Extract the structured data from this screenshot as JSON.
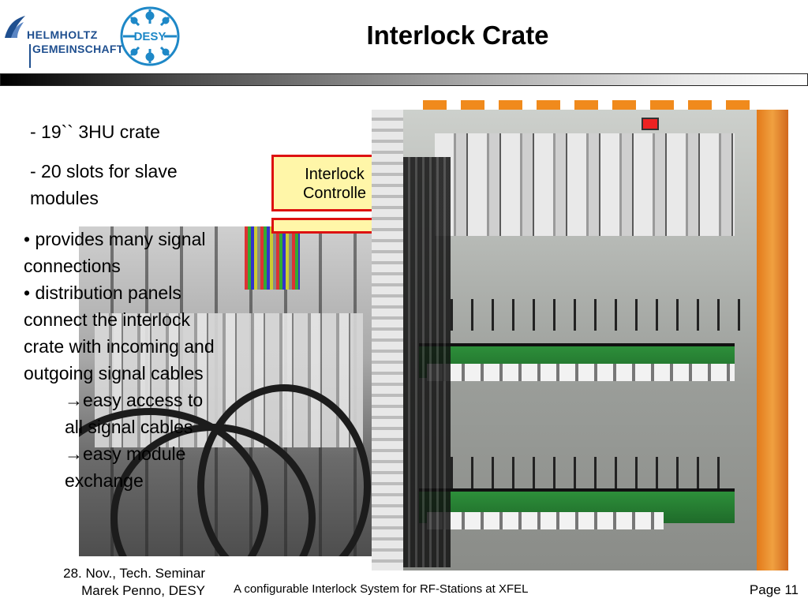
{
  "header": {
    "logo_helmholtz": {
      "line1": "HELMHOLTZ",
      "line2": "GEMEINSCHAFT"
    },
    "logo_desy": {
      "text": "DESY"
    },
    "title": "Interlock Crate"
  },
  "bullets": {
    "crate": "- 19`` 3HU crate",
    "slots": "- 20 slots for slave modules",
    "signals": {
      "line1": "• provides many signal",
      "line2": "connections",
      "line3": "• distribution panels",
      "line4": "connect the interlock",
      "line5": "crate with incoming and",
      "line6": "outgoing signal cables",
      "arrow1_line1": "easy access to",
      "arrow1_line2": "all signal cables",
      "arrow2_line1": "easy module",
      "arrow2_line2": "exchange"
    },
    "arrow_glyph": "→"
  },
  "labels": {
    "box1_line1": "Interlock",
    "box1_line2": "Controlle"
  },
  "footer": {
    "left_line1": "28. Nov., Tech. Seminar",
    "left_line2": "Marek Penno, DESY",
    "center": "A configurable Interlock System for RF-Stations at XFEL",
    "page": "Page 11"
  },
  "colors": {
    "helmholtz_blue": "#1f4f8f",
    "desy_blue": "#1e88c7",
    "label_border": "#dd1111",
    "label_fill": "#fff6a8"
  }
}
